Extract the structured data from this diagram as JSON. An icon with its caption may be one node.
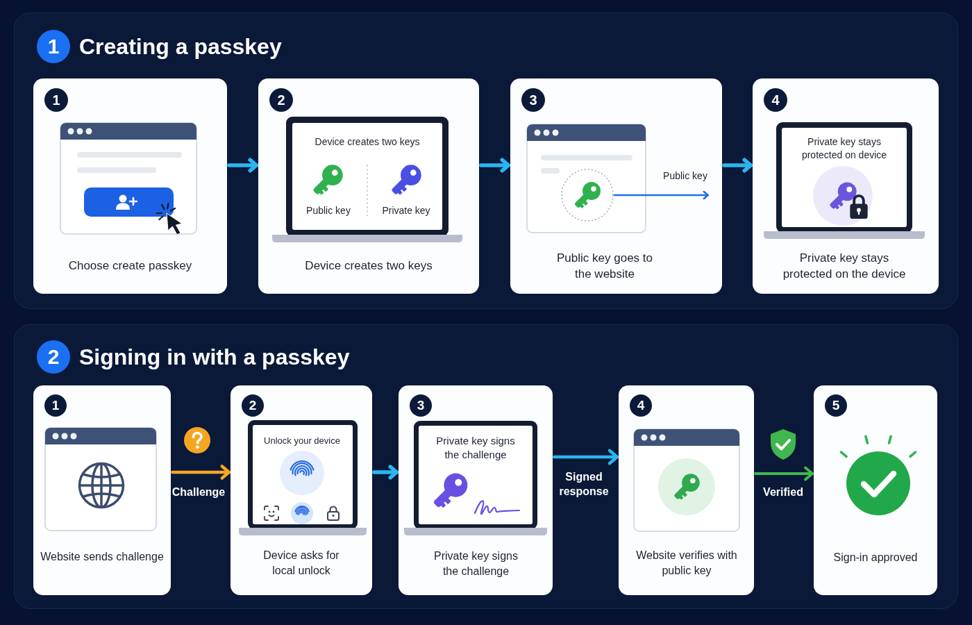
{
  "diagram": {
    "nodes": [
      {
        "text": [
          "1",
          "Creating a passkey"
        ]
      },
      {
        "text": [
          "1",
          "Choose create passkey"
        ],
        "in": 0
      },
      {
        "text": [
          "2",
          "Device creates two keys",
          "Public key",
          "Private key",
          "Device creates two keys"
        ],
        "in": 0
      },
      {
        "text": [
          "3",
          "Public key goes to the website"
        ],
        "in": 0
      },
      {
        "text": [],
        "shape": "circle",
        "in": 3
      },
      {
        "text": [
          "4",
          "Private key stays protected on device",
          "Private key stays protected on the device"
        ],
        "in": 0
      },
      {
        "text": [
          "2",
          "Signing in with a passkey"
        ]
      },
      {
        "text": [
          "1",
          "Website sends challenge"
        ],
        "in": 6
      },
      {
        "text": [
          "2",
          "Unlock your device",
          "Device asks for local unlock"
        ],
        "in": 6
      },
      {
        "text": [
          "3",
          "Private key signs the challenge",
          "Private key signs the challenge"
        ],
        "in": 6
      },
      {
        "text": [
          "4",
          "Website verifies with public key"
        ],
        "in": 6
      },
      {
        "text": [
          "5",
          "Sign-in approved"
        ],
        "in": 6
      }
    ],
    "edges": [
      {
        "from": 1,
        "to": 2,
        "arrow": "to"
      },
      {
        "from": 2,
        "to": 3,
        "arrow": "to"
      },
      {
        "from": 3,
        "to": 5,
        "arrow": "to"
      },
      {
        "from": 4,
        "to": null,
        "arrow": "to",
        "label": "Public key",
        "color": "#1f6fec"
      },
      {
        "from": 7,
        "to": 8,
        "arrow": "to",
        "label": "Challenge",
        "color": "#f5a623"
      },
      {
        "from": 8,
        "to": 9,
        "arrow": "to"
      },
      {
        "from": 9,
        "to": 10,
        "arrow": "to",
        "label": "Signed response"
      },
      {
        "from": 10,
        "to": 11,
        "arrow": "to",
        "label": "Verified",
        "color": "#3fb64e"
      }
    ]
  }
}
